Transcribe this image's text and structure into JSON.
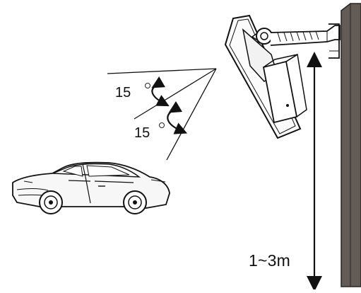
{
  "labels": {
    "angle_upper": "15",
    "angle_lower": "15",
    "mounting_height": "1~3m"
  },
  "colors": {
    "line": "#111111",
    "pole_fill": "#625b56",
    "pole_outline": "#2a2522",
    "panel_fill": "#fafafa",
    "car_fill": "#f7f7f7"
  },
  "icons": {
    "pole": "pole-icon",
    "reader": "reader-device-icon",
    "car": "car-icon",
    "angle_arrow": "curved-arrow-icon",
    "height_arrow": "double-arrow-icon"
  }
}
